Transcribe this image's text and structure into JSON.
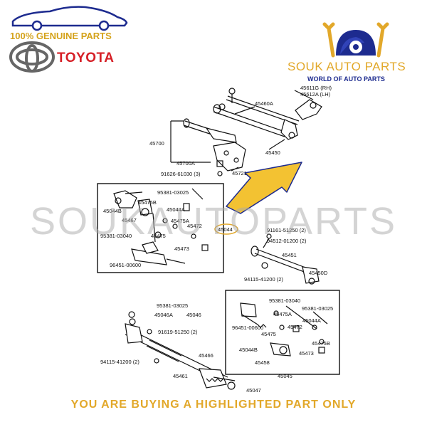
{
  "header": {
    "genuine_text": "100% GENUINE PARTS",
    "brand_name": "TOYOTA",
    "shop_name": "SOUK AUTO PARTS",
    "shop_tagline": "WORLD OF AUTO PARTS"
  },
  "watermark": "SOUKAUTOPARTS",
  "footer_text": "YOU ARE BUYING A HIGHLIGHTED PART ONLY",
  "highlighted_part": "45044",
  "colors": {
    "gold": "#e2a82a",
    "red": "#d62027",
    "navy": "#1d2b8f",
    "arrow": "#f3c232"
  },
  "part_labels": {
    "p45611g": "45611G (RH)",
    "p45612a": "45612A (LH)",
    "p45460a": "45460A",
    "p45700": "45700",
    "p45450": "45450",
    "p45700a": "45700A",
    "p91626": "91626-61030 (3)",
    "p45721": "45721",
    "p95381a": "95381-03025",
    "p45475b_l": "45475B",
    "p45044b_l": "45044B",
    "p45044a_l": "45044A",
    "p45467": "45467",
    "p45475a_l": "45475A",
    "p45472_l": "45472",
    "p45044": "45044",
    "p95381b": "95381-03040",
    "p45475_l": "45475",
    "p45473_l": "45473",
    "p96451_l": "96451-00600",
    "p91161": "91161-51250 (2)",
    "p94512": "94512-01200 (2)",
    "p45451": "45451",
    "p94115a": "94115-41200 (2)",
    "p45450d": "45450D",
    "p95381c": "95381-03025",
    "p45046a": "45046A",
    "p45046": "45046",
    "p91619": "91619-51250 (2)",
    "p94115b": "94115-41200 (2)",
    "p45466": "45466",
    "p45461": "45461",
    "p45047": "45047",
    "p95381d": "95381-03040",
    "p95381e": "95381-03025",
    "p45475a_r": "45475A",
    "p96451_r": "96451-00600",
    "p45472_r": "45472",
    "p45044a_r": "45044A",
    "p45475_r": "45475",
    "p45475b_r": "45475B",
    "p45044b_r": "45044B",
    "p45473_r": "45473",
    "p45458": "45458",
    "p45045": "45045"
  }
}
